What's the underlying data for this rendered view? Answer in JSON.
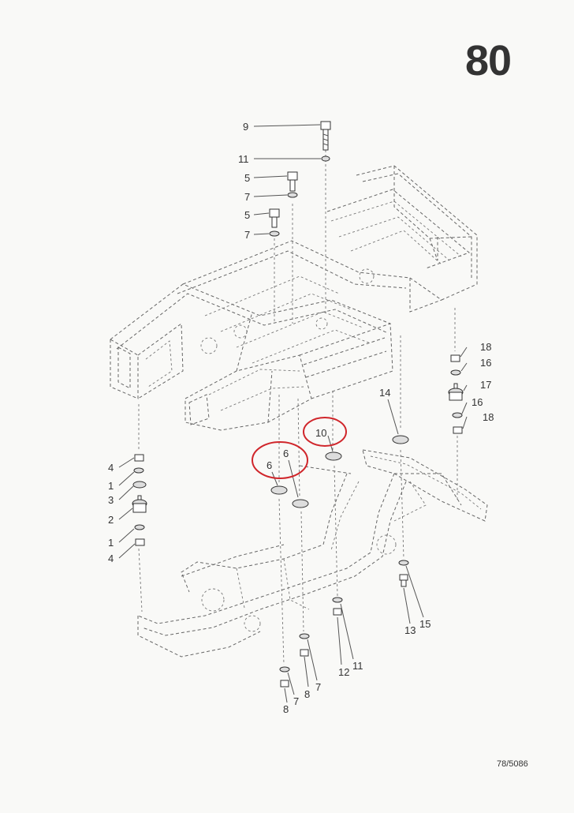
{
  "page_number": "80",
  "drawing_ref": "78/5086",
  "callouts": {
    "c9": "9",
    "c11_top": "11",
    "c5_a": "5",
    "c7_a": "7",
    "c5_b": "5",
    "c7_b": "7",
    "c18_a": "18",
    "c16_a": "16",
    "c17": "17",
    "c16_b": "16",
    "c18_b": "18",
    "c14": "14",
    "c10": "10",
    "c6_a": "6",
    "c6_b": "6",
    "c4_a": "4",
    "c1_a": "1",
    "c3": "3",
    "c2": "2",
    "c1_b": "1",
    "c4_b": "4",
    "c13": "13",
    "c15": "15",
    "c12": "12",
    "c11_bottom": "11",
    "c7_c": "7",
    "c8_a": "8",
    "c7_d": "7",
    "c8_b": "8"
  },
  "highlight_color": "#d0262b"
}
